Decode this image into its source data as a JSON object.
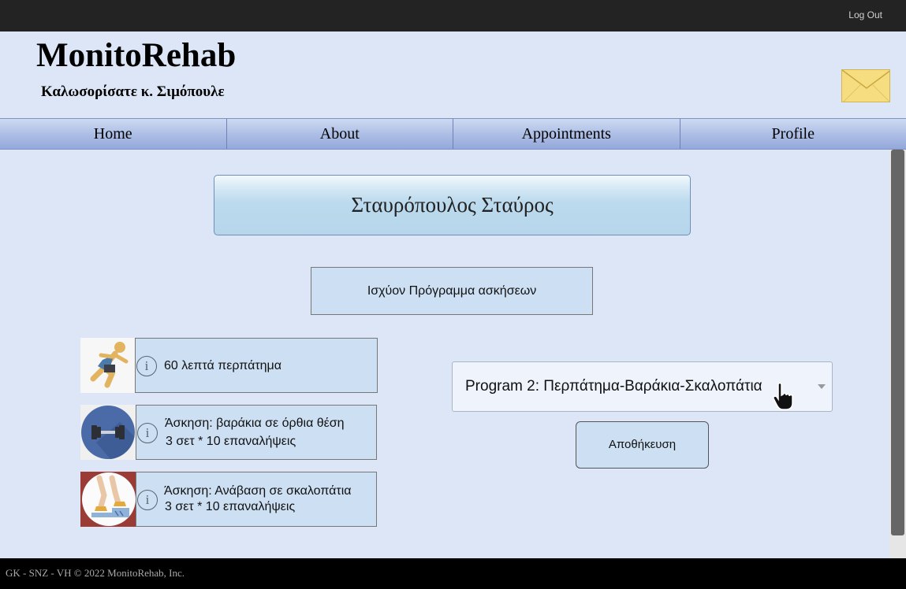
{
  "top_bar": {
    "logout_label": "Log Out"
  },
  "header": {
    "app_title": "MonitoRehab",
    "welcome_text": "Καλωσορίσατε κ. Σιμόπουλε",
    "mail_icon": "envelope-icon"
  },
  "nav": {
    "items": [
      {
        "label": "Home"
      },
      {
        "label": "About"
      },
      {
        "label": "Appointments"
      },
      {
        "label": "Profile"
      }
    ]
  },
  "main": {
    "patient_name": "Σταυρόπουλος Σταύρος",
    "program_heading": "Ισχύον Πρόγραμμα ασκήσεων",
    "exercises": [
      {
        "icon": "running-person-icon",
        "info_icon": "info-icon",
        "line1": "60 λεπτά περπάτημα",
        "line2": ""
      },
      {
        "icon": "dumbbell-icon",
        "info_icon": "info-icon",
        "line1": "Άσκηση: βαράκια σε όρθια θέση",
        "line2": "3 σετ * 10 επαναλήψεις"
      },
      {
        "icon": "stair-climbing-icon",
        "info_icon": "info-icon",
        "line1": "Άσκηση: Ανάβαση σε σκαλοπάτια",
        "line2": "3 σετ * 10 επαναλήψεις"
      }
    ],
    "program_select": {
      "selected": "Program 2: Περπάτημα-Βαράκια-Σκαλοπάτια"
    },
    "save_label": "Αποθήκευση"
  },
  "footer": {
    "text": "GK - SNZ - VH © 2022 MonitoRehab, Inc."
  },
  "colors": {
    "background": "#dce6f6",
    "top_bar": "#232323",
    "nav_gradient_top": "#cddaf2",
    "nav_gradient_bottom": "#94a9db",
    "box_fill": "#cde0f3",
    "patient_banner": "#bcdaed"
  }
}
